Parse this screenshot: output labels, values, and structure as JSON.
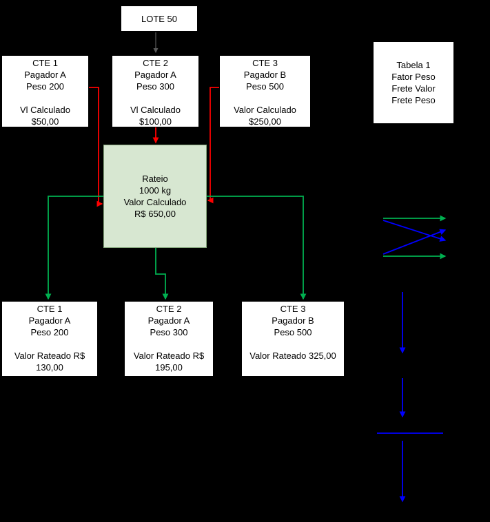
{
  "colors": {
    "background": "#000000",
    "node_fill": "#ffffff",
    "node_border": "#000000",
    "node_text": "#000000",
    "rateio_fill": "#d7e7d1",
    "rateio_border": "#86a87c",
    "arrow_red": "#fe0000",
    "arrow_green": "#00b050",
    "arrow_blue": "#0000fe",
    "arrow_gray": "#5a5a5a"
  },
  "nodes": {
    "lote": {
      "lines": [
        "LOTE 50"
      ]
    },
    "tabela": {
      "lines": [
        "Tabela 1",
        "Fator Peso",
        "Frete Valor",
        "Frete Peso"
      ]
    },
    "cte1_top": {
      "lines": [
        "CTE 1",
        "Pagador A",
        "Peso 200",
        "",
        "Vl Calculado",
        "$50,00"
      ]
    },
    "cte2_top": {
      "lines": [
        "CTE 2",
        "Pagador A",
        "Peso 300",
        "",
        "Vl Calculado",
        "$100,00"
      ]
    },
    "cte3_top": {
      "lines": [
        "CTE 3",
        "Pagador B",
        "Peso 500",
        "",
        "Valor Calculado",
        "$250,00"
      ]
    },
    "rateio": {
      "lines": [
        "Rateio",
        "1000 kg",
        "Valor Calculado",
        "R$ 650,00"
      ]
    },
    "cte1_bottom": {
      "lines": [
        "CTE 1",
        "Pagador A",
        "Peso 200",
        "",
        "Valor Rateado R$",
        "130,00"
      ]
    },
    "cte2_bottom": {
      "lines": [
        "CTE 2",
        "Pagador A",
        "Peso 300",
        "",
        "Valor Rateado R$",
        "195,00"
      ]
    },
    "cte3_bottom": {
      "lines": [
        "CTE 3",
        "Pagador B",
        "Peso 500",
        "",
        "Valor Rateado 325,00"
      ]
    }
  }
}
